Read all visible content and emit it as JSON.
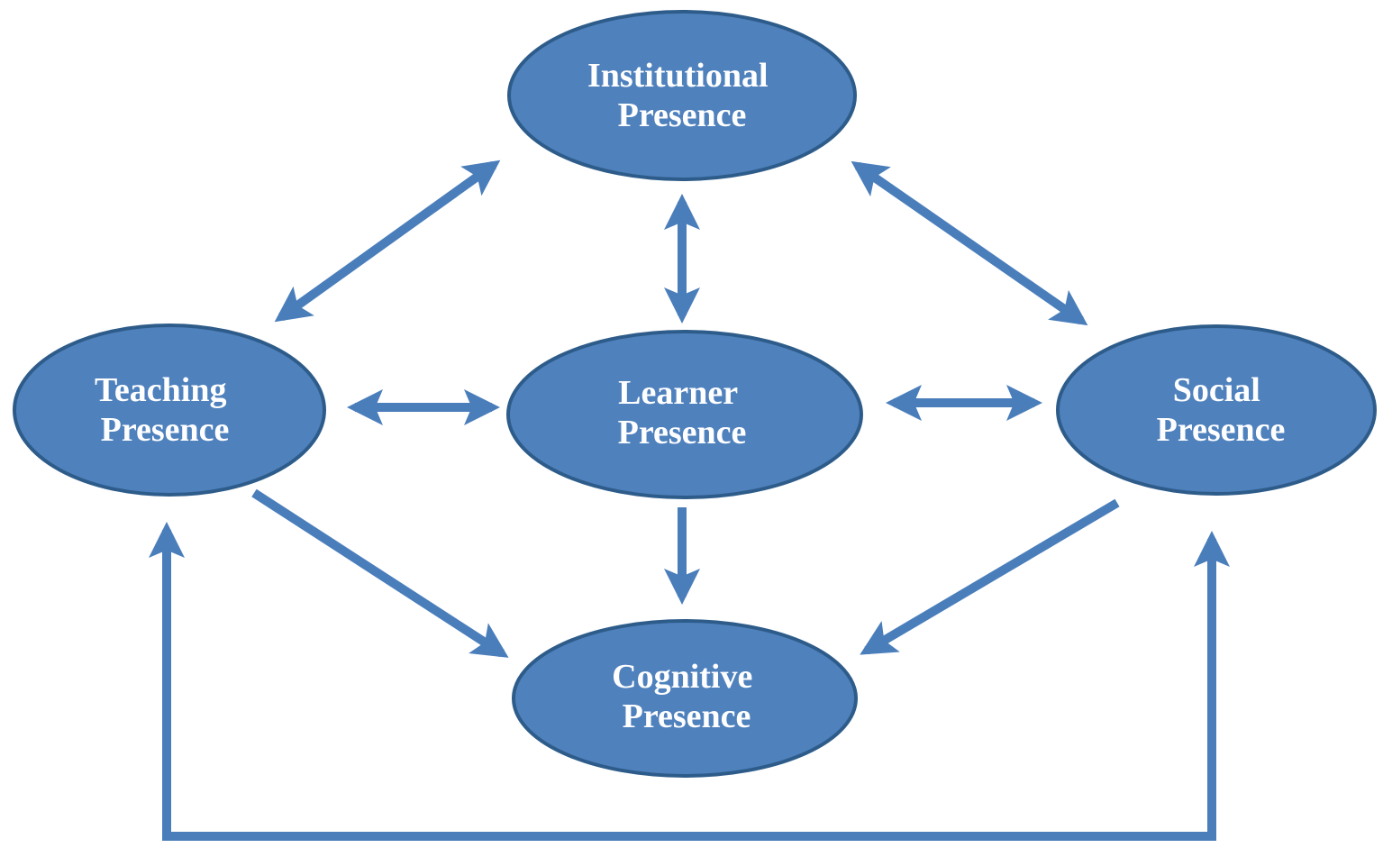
{
  "diagram": {
    "type": "concept-diagram",
    "nodes": {
      "institutional": {
        "line1": "Institutional",
        "line2": "Presence"
      },
      "teaching": {
        "line1": "Teaching",
        "line2": "Presence"
      },
      "learner": {
        "line1": "Learner",
        "line2": "Presence"
      },
      "social": {
        "line1": "Social",
        "line2": "Presence"
      },
      "cognitive": {
        "line1": "Cognitive",
        "line2": "Presence"
      }
    },
    "edges": [
      {
        "from": "teaching",
        "to": "institutional",
        "direction": "bidirectional"
      },
      {
        "from": "institutional",
        "to": "learner",
        "direction": "bidirectional"
      },
      {
        "from": "institutional",
        "to": "social",
        "direction": "bidirectional"
      },
      {
        "from": "teaching",
        "to": "learner",
        "direction": "bidirectional"
      },
      {
        "from": "learner",
        "to": "social",
        "direction": "bidirectional"
      },
      {
        "from": "teaching",
        "to": "cognitive",
        "direction": "one-way"
      },
      {
        "from": "learner",
        "to": "cognitive",
        "direction": "one-way"
      },
      {
        "from": "social",
        "to": "cognitive",
        "direction": "one-way"
      },
      {
        "from": "cognitive-loop",
        "to": "teaching-and-social",
        "direction": "two-arrowheads-up"
      }
    ],
    "colors": {
      "node_fill": "#4f81bd",
      "node_border": "#2e5c8a",
      "arrow": "#4a7ebb",
      "text": "#ffffff",
      "background": "#ffffff"
    }
  }
}
